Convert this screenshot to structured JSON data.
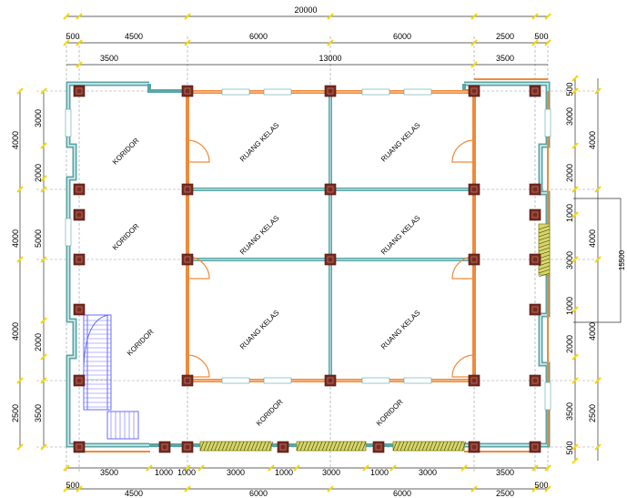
{
  "dimensions": {
    "overall_top": "20000",
    "top_row1": [
      "500",
      "4500",
      "6000",
      "6000",
      "2500",
      "500"
    ],
    "top_row2": [
      "3500",
      "13000",
      "3500"
    ],
    "bottom_row1": [
      "3500",
      "1000",
      "1000",
      "3000",
      "1000",
      "3000",
      "1000",
      "3000",
      "3500"
    ],
    "bottom_row2": [
      "500",
      "4500",
      "6000",
      "6000",
      "2500",
      "500"
    ],
    "left_outer": [
      "4000",
      "4000",
      "4000",
      "2500"
    ],
    "left_inner": [
      "3000",
      "2000",
      "5000",
      "2000",
      "3500"
    ],
    "right_inner": [
      "500",
      "3000",
      "2000",
      "1000",
      "3000",
      "1000",
      "2000",
      "3500",
      "500"
    ],
    "right_outer": [
      "4000",
      "4000",
      "4000",
      "2500"
    ],
    "right_extra": "15500"
  },
  "rooms": {
    "koridor_left_1": "KORIDOR",
    "koridor_left_2": "KORIDOR",
    "koridor_left_3": "KORIDOR",
    "koridor_bottom_1": "KORIDOR",
    "koridor_bottom_2": "KORIDOR",
    "kelas": [
      "RUANG KELAS",
      "RUANG KELAS",
      "RUANG KELAS",
      "RUANG KELAS",
      "RUANG KELAS",
      "RUANG KELAS"
    ]
  },
  "colors": {
    "wall": "#5aa6a6",
    "wall_orange": "#f08a3a",
    "column": "#7a2a20",
    "stair": "#6b6bff",
    "window_hatch": "#8a8a1a",
    "dim_line": "#333333",
    "marker": "#f5d800"
  }
}
